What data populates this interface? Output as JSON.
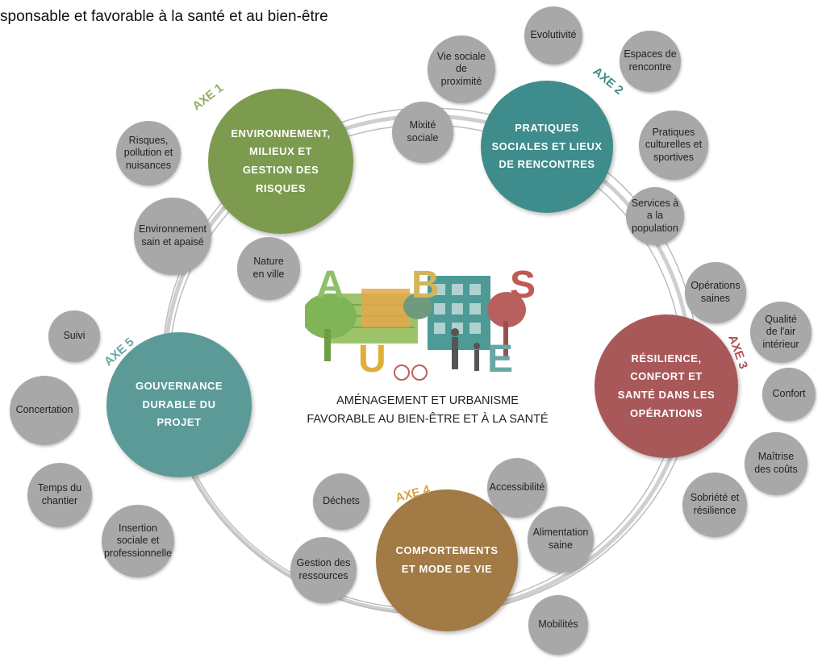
{
  "header": {
    "text": "sponsable et favorable à la santé et au bien-être"
  },
  "colors": {
    "axe1": "#7c9b4e",
    "axe2": "#3f8c8c",
    "axe3": "#a9585a",
    "axe4": "#a27a45",
    "axe5": "#5c9a98",
    "bubble": "#a8a8a8",
    "letterA": "#8fbf6a",
    "letterB": "#d3b55a",
    "letterS": "#c05a55",
    "letterU": "#e0ae3a",
    "letterE": "#6aa6a3"
  },
  "axes": [
    {
      "tag": "AXE 1",
      "title": "Environnement,\nmilieux et\ngestion des\nrisques"
    },
    {
      "tag": "AXE 2",
      "title": "Pratiques\nsociales et lieux\nde rencontres"
    },
    {
      "tag": "AXE 3",
      "title": "Résilience,\nConfort et\nSanté dans les\nopérations"
    },
    {
      "tag": "AXE 4",
      "title": "Comportements\net mode de vie"
    },
    {
      "tag": "AXE 5",
      "title": "Gouvernance\ndurable du\nprojet"
    }
  ],
  "bubbles": [
    "Risques,\npollution et\nnuisances",
    "Environnement\nsain et apaisé",
    "Nature\nen ville",
    "Vie sociale de\nproximité",
    "Mixité\nsociale",
    "Evolutivité",
    "Espaces de\nrencontre",
    "Pratiques\nculturelles et\nsportives",
    "Services à\na la\npopulation",
    "Opérations\nsaines",
    "Qualité\nde l'air\nintérieur",
    "Confort",
    "Maîtrise\ndes coûts",
    "Sobriété et\nrésilience",
    "Accessibilité",
    "Déchets",
    "Alimentation\nsaine",
    "Gestion des\nressources",
    "Mobilités",
    "Suivi",
    "Concertation",
    "Temps du\nchantier",
    "Insertion\nsociale et\nprofessionnelle"
  ],
  "logo": {
    "letters": [
      "A",
      "B",
      "S",
      "U",
      "E"
    ],
    "line1": "Aménagement et Urbanisme",
    "line2": "favorable au Bien-Être et à la Santé"
  }
}
